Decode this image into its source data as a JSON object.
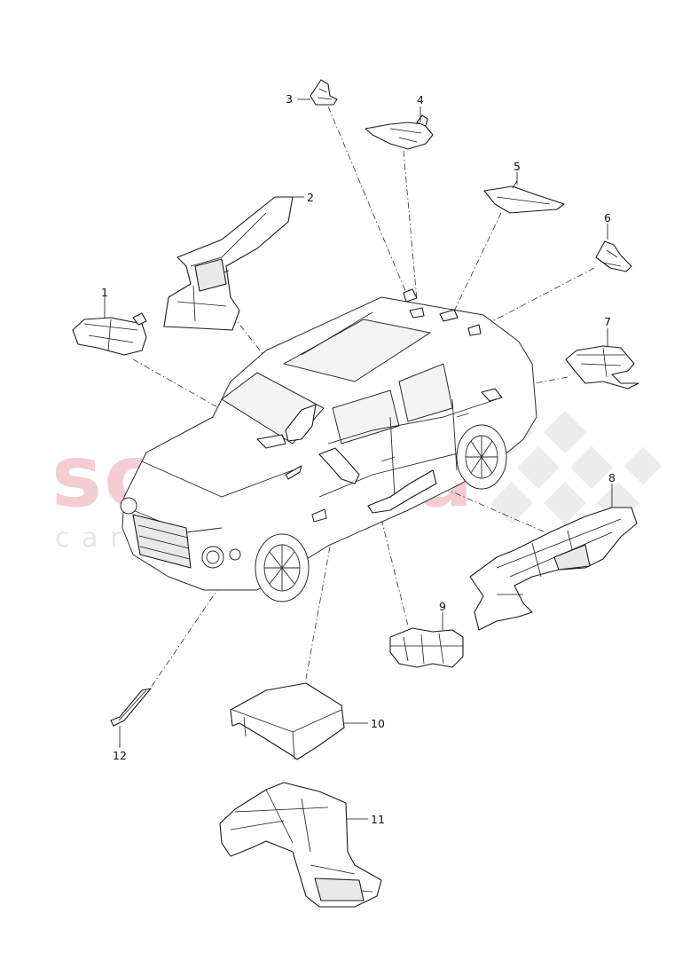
{
  "watermark": {
    "main": "scuderia",
    "sub": "c a r   p a r t s"
  },
  "callouts": [
    {
      "id": "1",
      "label": "1"
    },
    {
      "id": "2",
      "label": "2"
    },
    {
      "id": "3",
      "label": "3"
    },
    {
      "id": "4",
      "label": "4"
    },
    {
      "id": "5",
      "label": "5"
    },
    {
      "id": "6",
      "label": "6"
    },
    {
      "id": "7",
      "label": "7"
    },
    {
      "id": "8",
      "label": "8"
    },
    {
      "id": "9",
      "label": "9"
    },
    {
      "id": "10",
      "label": "10"
    },
    {
      "id": "11",
      "label": "11"
    },
    {
      "id": "12",
      "label": "12"
    }
  ]
}
